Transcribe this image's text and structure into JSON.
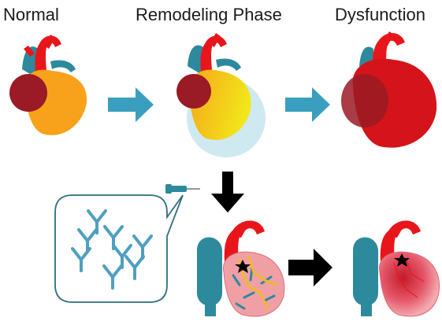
{
  "labels": {
    "normal": "Normal",
    "remodeling": "Remodeling  Phase",
    "dysfunction": "Dysfunction"
  },
  "colors": {
    "aorta_red": "#e8161b",
    "vessel_teal": "#2d8a9c",
    "atrium_dark": "#9a1a25",
    "normal_ventricle": "#f7a21a",
    "remodel_ventricle_yellow": "#f2e11a",
    "remodel_halo": "#cfe9f1",
    "failing_heart": "#d4141a",
    "process_arrow": "#3a9fbe",
    "treatment_arrow": "#000000",
    "antibody": "#4f9fc0",
    "callout_border": "#2d6f7c",
    "treated_ventricle": "#f0a0a5",
    "scar_star": "#000000"
  },
  "icons": [
    "heart-icon",
    "arrow-icon",
    "syringe-icon",
    "antibody-icon",
    "infarct-star-icon"
  ]
}
